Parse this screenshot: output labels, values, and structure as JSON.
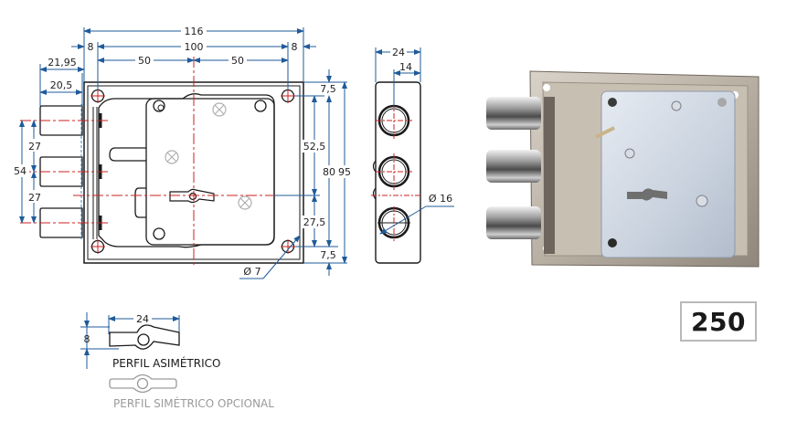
{
  "product": {
    "model_number": "250"
  },
  "front_view": {
    "dimensions_horizontal": {
      "overall_width": "116",
      "left_margin": "8",
      "hole_spacing": "100",
      "right_margin": "8",
      "half_left": "50",
      "half_right": "50",
      "bolt_projection_outer": "21,95",
      "bolt_projection_inner": "20,5"
    },
    "dimensions_vertical_left": {
      "bolt_span": "54",
      "bolt_pitch_top": "27",
      "bolt_pitch_bottom": "27"
    },
    "dimensions_vertical_right": {
      "top_margin": "7,5",
      "upper_to_key": "52,5",
      "key_to_lower": "27,5",
      "bottom_margin": "7,5",
      "hole_spacing": "80",
      "overall_height": "95"
    },
    "hole_diameter_label": "Ø 7"
  },
  "side_view": {
    "depth": "24",
    "bolt_offset": "14",
    "bolt_diameter_label": "Ø 16"
  },
  "key_profile": {
    "length": "24",
    "height": "8",
    "asymmetric_label": "PERFIL ASIMÉTRICO",
    "symmetric_label": "PERFIL SIMÉTRICO OPCIONAL"
  },
  "colors": {
    "dimension_line": "#1f5b9a",
    "center_line": "#cc2222",
    "outline": "#1a1a1a",
    "screw_gray": "#b0b0b0",
    "optional_gray": "#9a9a9a"
  }
}
